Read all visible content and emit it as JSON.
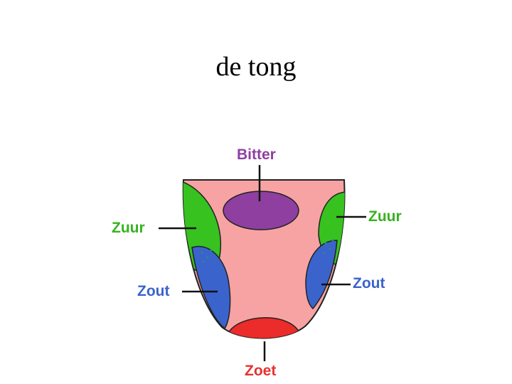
{
  "title": "de tong",
  "colors": {
    "tongue": "#f7a3a3",
    "bitter": "#8e3fa0",
    "zuur": "#37c21f",
    "zout": "#3a63cc",
    "zoet": "#ec2b2b",
    "label_purple": "#8e3fa0",
    "label_green": "#37b21f",
    "label_blue": "#3a63cc",
    "label_red": "#e8312e"
  },
  "labels": {
    "bitter": "Bitter",
    "zuur_left": "Zuur",
    "zuur_right": "Zuur",
    "zout_left": "Zout",
    "zout_right": "Zout",
    "zoet": "Zoet"
  }
}
